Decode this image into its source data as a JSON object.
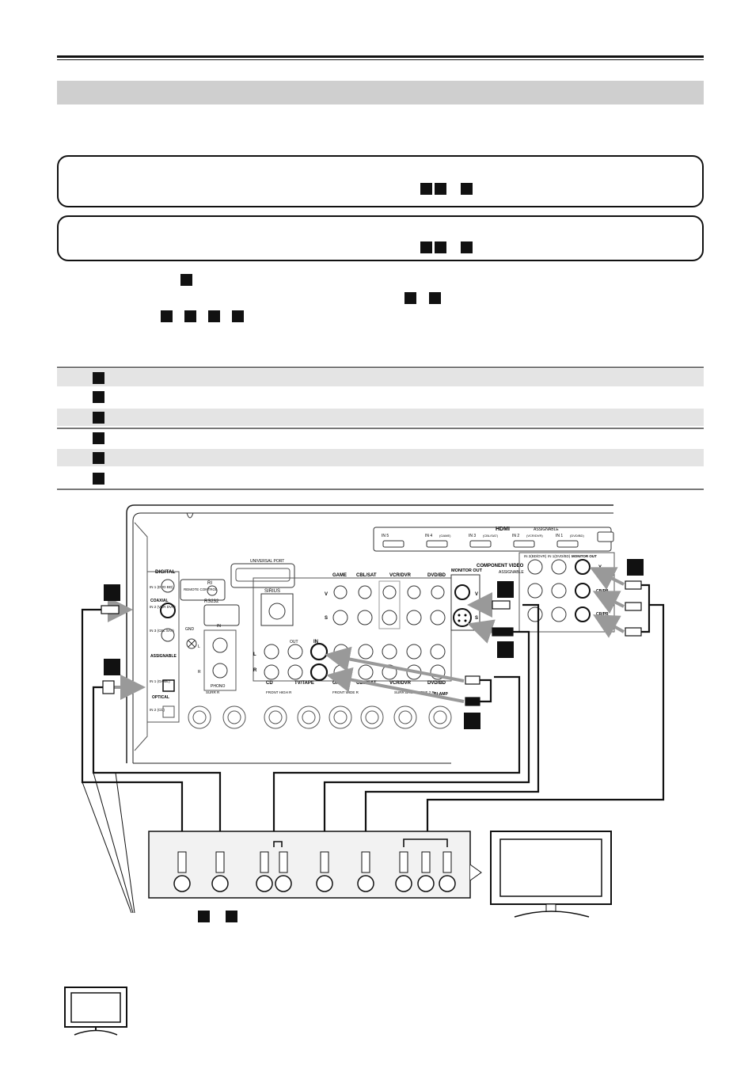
{
  "receiver": {
    "hdmi_label": "HDMI",
    "assignable_label": "ASSIGNABLE",
    "hdmi_inputs": [
      "IN 5",
      "IN 4",
      "IN 3",
      "IN 2",
      "IN 1"
    ],
    "hdmi_sublabels": [
      "",
      "(GAME)",
      "(CBL/SAT)",
      "(VCR/DVR)",
      "(DVD/BD)"
    ],
    "universal_port": "UNIVERSAL\nPORT",
    "rs232": "RS232",
    "sirius": "SIRIUS",
    "remote_control": "REMOTE\nCONTROL",
    "ri": "RI",
    "digital": "DIGITAL",
    "coaxial": "COAXIAL",
    "optical": "OPTICAL",
    "gnd": "GND",
    "phono": "PHONO",
    "component_video": "COMPONENT VIDEO",
    "monitor_out": "MONITOR\nOUT",
    "video_columns": [
      "GAME",
      "CBL/SAT",
      "VCR/DVR",
      "DVD/BD"
    ],
    "audio_columns": [
      "CD",
      "TV/TAPE",
      "GAME",
      "CBL/SAT",
      "VCR/DVR",
      "DVD/BD"
    ],
    "component_rows": [
      "Y",
      "CB/PB",
      "CR/PR"
    ],
    "component_inputs": [
      "IN 2(BD/DVR)",
      "IN 1(DVD/BD)"
    ],
    "in_label": "IN",
    "out_label": "OUT",
    "v_label": "V",
    "s_label": "S",
    "l_label": "L",
    "r_label": "R",
    "speaker_labels": [
      "SURR\nR",
      "FRONT\nHIGH R",
      "FRONT\nWIDE R",
      "SURR BACK /\nZONE 2 R"
    ],
    "bi_amp": "BI-AMP",
    "digital_inputs": [
      "IN 1\n(DVD\nBD)",
      "IN 2\n(VCR\nDVR)",
      "IN 3\n(CBL\nSAT)",
      "IN 1\n(GAME)",
      "IN 2\n(CD)"
    ]
  },
  "colors": {
    "ink": "#111111",
    "shade": "#cfcfcf",
    "row_shade": "#e4e4e4",
    "panel": "#f2f2f2"
  }
}
